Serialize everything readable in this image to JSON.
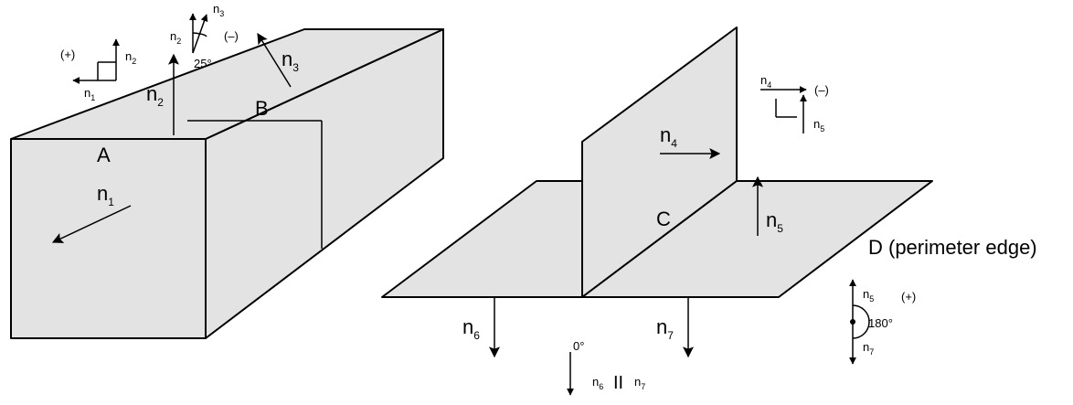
{
  "labels": {
    "edge_a": "A",
    "edge_b": "B",
    "edge_c": "C",
    "edge_d": "D (perimeter edge)"
  },
  "normals": {
    "n": "n",
    "n1": "1",
    "n2": "2",
    "n3": "3",
    "n4": "4",
    "n5": "5",
    "n6": "6",
    "n7": "7",
    "parallel": "II"
  },
  "angles": {
    "a25": "25°",
    "a0": "0°",
    "a180": "180°"
  },
  "signs": {
    "plus": "(+)",
    "minus": "(–)"
  }
}
